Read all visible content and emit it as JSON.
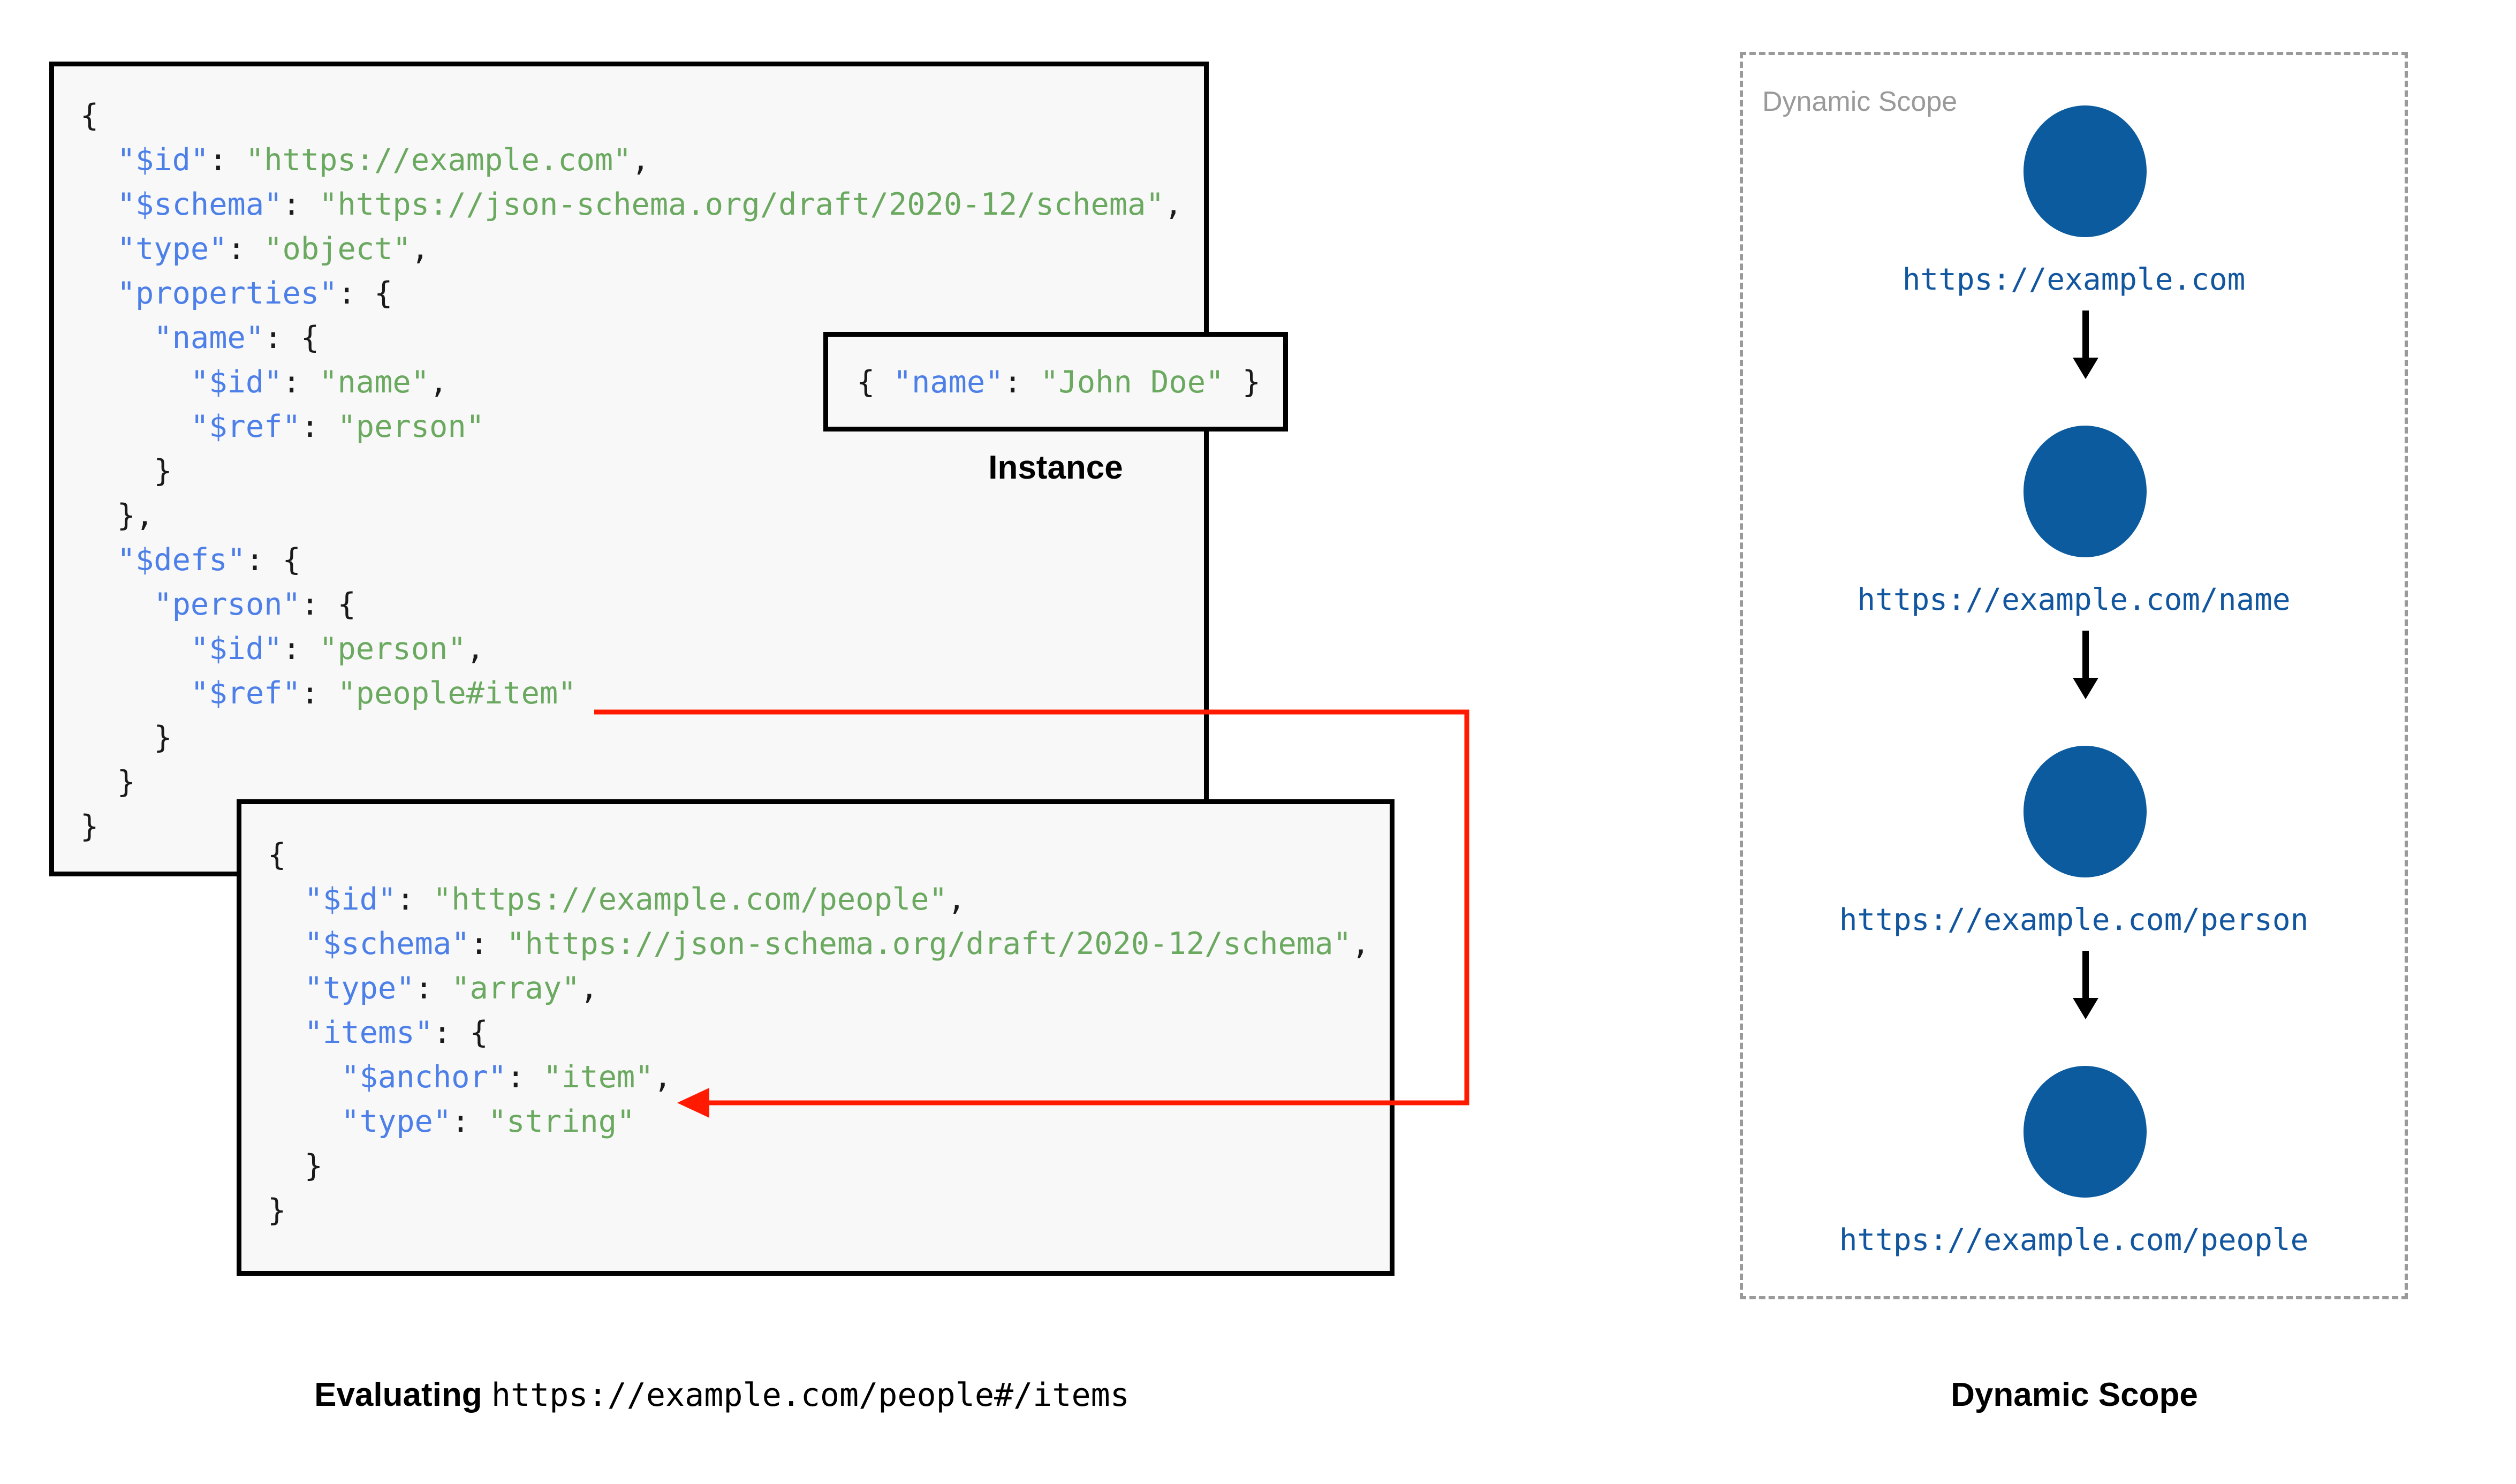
{
  "schema_root": {
    "lines": [
      [
        {
          "t": "{",
          "c": "p"
        }
      ],
      [
        {
          "t": "  ",
          "c": "p"
        },
        {
          "t": "\"$id\"",
          "c": "k"
        },
        {
          "t": ": ",
          "c": "p"
        },
        {
          "t": "\"https://example.com\"",
          "c": "s"
        },
        {
          "t": ",",
          "c": "p"
        }
      ],
      [
        {
          "t": "  ",
          "c": "p"
        },
        {
          "t": "\"$schema\"",
          "c": "k"
        },
        {
          "t": ": ",
          "c": "p"
        },
        {
          "t": "\"https://json-schema.org/draft/2020-12/schema\"",
          "c": "s"
        },
        {
          "t": ",",
          "c": "p"
        }
      ],
      [
        {
          "t": "  ",
          "c": "p"
        },
        {
          "t": "\"type\"",
          "c": "k"
        },
        {
          "t": ": ",
          "c": "p"
        },
        {
          "t": "\"object\"",
          "c": "s"
        },
        {
          "t": ",",
          "c": "p"
        }
      ],
      [
        {
          "t": "  ",
          "c": "p"
        },
        {
          "t": "\"properties\"",
          "c": "k"
        },
        {
          "t": ": {",
          "c": "p"
        }
      ],
      [
        {
          "t": "    ",
          "c": "p"
        },
        {
          "t": "\"name\"",
          "c": "k"
        },
        {
          "t": ": {",
          "c": "p"
        }
      ],
      [
        {
          "t": "      ",
          "c": "p"
        },
        {
          "t": "\"$id\"",
          "c": "k"
        },
        {
          "t": ": ",
          "c": "p"
        },
        {
          "t": "\"name\"",
          "c": "s"
        },
        {
          "t": ",",
          "c": "p"
        }
      ],
      [
        {
          "t": "      ",
          "c": "p"
        },
        {
          "t": "\"$ref\"",
          "c": "k"
        },
        {
          "t": ": ",
          "c": "p"
        },
        {
          "t": "\"person\"",
          "c": "s"
        }
      ],
      [
        {
          "t": "    }",
          "c": "p"
        }
      ],
      [
        {
          "t": "  },",
          "c": "p"
        }
      ],
      [
        {
          "t": "  ",
          "c": "p"
        },
        {
          "t": "\"$defs\"",
          "c": "k"
        },
        {
          "t": ": {",
          "c": "p"
        }
      ],
      [
        {
          "t": "    ",
          "c": "p"
        },
        {
          "t": "\"person\"",
          "c": "k"
        },
        {
          "t": ": {",
          "c": "p"
        }
      ],
      [
        {
          "t": "      ",
          "c": "p"
        },
        {
          "t": "\"$id\"",
          "c": "k"
        },
        {
          "t": ": ",
          "c": "p"
        },
        {
          "t": "\"person\"",
          "c": "s"
        },
        {
          "t": ",",
          "c": "p"
        }
      ],
      [
        {
          "t": "      ",
          "c": "p"
        },
        {
          "t": "\"$ref\"",
          "c": "k"
        },
        {
          "t": ": ",
          "c": "p"
        },
        {
          "t": "\"people#item\"",
          "c": "s"
        }
      ],
      [
        {
          "t": "    }",
          "c": "p"
        }
      ],
      [
        {
          "t": "  }",
          "c": "p"
        }
      ],
      [
        {
          "t": "}",
          "c": "p"
        }
      ]
    ]
  },
  "instance": {
    "caption": "Instance",
    "lines": [
      [
        {
          "t": "{ ",
          "c": "p"
        },
        {
          "t": "\"name\"",
          "c": "k"
        },
        {
          "t": ": ",
          "c": "p"
        },
        {
          "t": "\"John Doe\"",
          "c": "s"
        },
        {
          "t": " }",
          "c": "p"
        }
      ]
    ]
  },
  "schema_people": {
    "lines": [
      [
        {
          "t": "{",
          "c": "p"
        }
      ],
      [
        {
          "t": "  ",
          "c": "p"
        },
        {
          "t": "\"$id\"",
          "c": "k"
        },
        {
          "t": ": ",
          "c": "p"
        },
        {
          "t": "\"https://example.com/people\"",
          "c": "s"
        },
        {
          "t": ",",
          "c": "p"
        }
      ],
      [
        {
          "t": "  ",
          "c": "p"
        },
        {
          "t": "\"$schema\"",
          "c": "k"
        },
        {
          "t": ": ",
          "c": "p"
        },
        {
          "t": "\"https://json-schema.org/draft/2020-12/schema\"",
          "c": "s"
        },
        {
          "t": ",",
          "c": "p"
        }
      ],
      [
        {
          "t": "  ",
          "c": "p"
        },
        {
          "t": "\"type\"",
          "c": "k"
        },
        {
          "t": ": ",
          "c": "p"
        },
        {
          "t": "\"array\"",
          "c": "s"
        },
        {
          "t": ",",
          "c": "p"
        }
      ],
      [
        {
          "t": "  ",
          "c": "p"
        },
        {
          "t": "\"items\"",
          "c": "k"
        },
        {
          "t": ": {",
          "c": "p"
        }
      ],
      [
        {
          "t": "    ",
          "c": "p"
        },
        {
          "t": "\"$anchor\"",
          "c": "k"
        },
        {
          "t": ": ",
          "c": "p"
        },
        {
          "t": "\"item\"",
          "c": "s"
        },
        {
          "t": ",",
          "c": "p"
        }
      ],
      [
        {
          "t": "    ",
          "c": "p"
        },
        {
          "t": "\"type\"",
          "c": "k"
        },
        {
          "t": ": ",
          "c": "p"
        },
        {
          "t": "\"string\"",
          "c": "s"
        }
      ],
      [
        {
          "t": "  }",
          "c": "p"
        }
      ],
      [
        {
          "t": "}",
          "c": "p"
        }
      ]
    ]
  },
  "connector": {
    "color": "#ff1a00",
    "from_label": "\"people#item\"",
    "to_label": "\"$anchor\": \"item\""
  },
  "evaluating_caption": {
    "label": "Evaluating",
    "uri": "https://example.com/people#/items"
  },
  "dynamic_scope": {
    "inner_label": "Dynamic Scope",
    "caption": "Dynamic Scope",
    "node_color": "#0b5b9e",
    "label_color": "#12569f",
    "border_color": "#9a9a9a",
    "nodes": [
      {
        "label": "https://example.com"
      },
      {
        "label": "https://example.com/name"
      },
      {
        "label": "https://example.com/person"
      },
      {
        "label": "https://example.com/people"
      }
    ]
  }
}
